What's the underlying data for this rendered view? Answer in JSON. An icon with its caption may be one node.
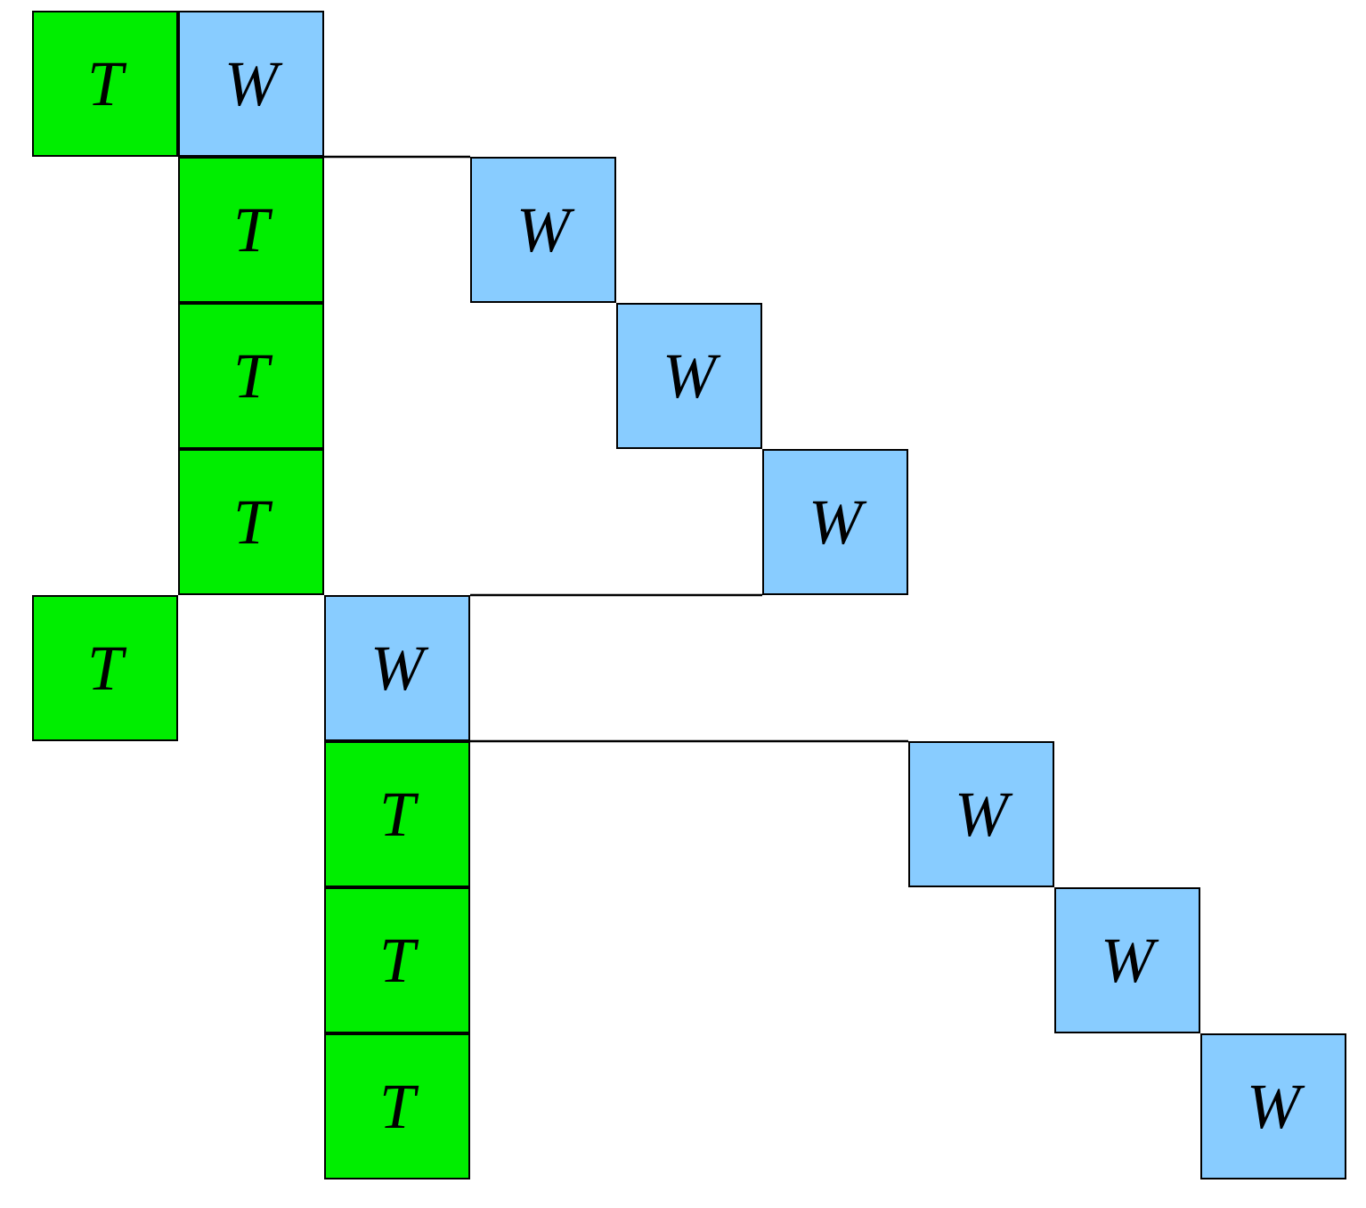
{
  "diagram": {
    "nodes": [
      {
        "text": [
          "T"
        ]
      },
      {
        "text": [
          "W"
        ]
      },
      {
        "text": [
          "T"
        ]
      },
      {
        "text": [
          "W"
        ]
      },
      {
        "text": [
          "T"
        ]
      },
      {
        "text": [
          "W"
        ]
      },
      {
        "text": [
          "T"
        ]
      },
      {
        "text": [
          "W"
        ]
      },
      {
        "text": [
          "T"
        ]
      },
      {
        "text": [
          "W"
        ]
      },
      {
        "text": [
          "T"
        ]
      },
      {
        "text": [
          "W"
        ]
      },
      {
        "text": [
          "T"
        ]
      },
      {
        "text": [
          "W"
        ]
      },
      {
        "text": [
          "T"
        ]
      },
      {
        "text": [
          "W"
        ]
      }
    ],
    "edges": [
      {
        "from": 1,
        "to": 3,
        "arrow": "none"
      },
      {
        "from": 9,
        "to": 7,
        "arrow": "none"
      },
      {
        "from": 9,
        "to": 11,
        "arrow": "none"
      }
    ]
  }
}
